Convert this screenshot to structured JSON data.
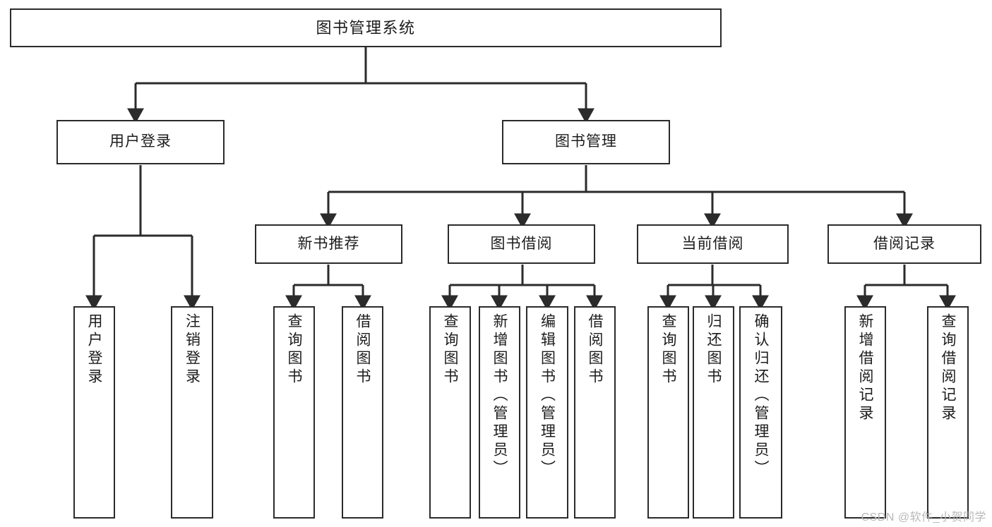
{
  "diagram": {
    "type": "tree-hierarchy",
    "title": "图书管理系统",
    "watermark": "CSDN @软件_小贺同学",
    "colors": {
      "box_border": "#2b2b2b",
      "box_fill": "#ffffff",
      "edge": "#2b2b2b",
      "text": "#1c1c1c",
      "watermark": "#b8b8b8",
      "background": "#ffffff"
    },
    "nodes": {
      "root": {
        "label": "图书管理系统"
      },
      "level2": [
        {
          "id": "user-login",
          "label": "用户登录"
        },
        {
          "id": "book-manage",
          "label": "图书管理"
        }
      ],
      "level3": [
        {
          "id": "new-book-recommend",
          "label": "新书推荐"
        },
        {
          "id": "book-borrow",
          "label": "图书借阅"
        },
        {
          "id": "current-borrow",
          "label": "当前借阅"
        },
        {
          "id": "borrow-record",
          "label": "借阅记录"
        }
      ],
      "leaves": {
        "user_login": [
          {
            "id": "leaf-user-login",
            "label": "用户登录"
          },
          {
            "id": "leaf-logout-login",
            "label": "注销登录"
          }
        ],
        "new_book_recommend": [
          {
            "id": "leaf-query-book-1",
            "label": "查询图书"
          },
          {
            "id": "leaf-borrow-book-1",
            "label": "借阅图书"
          }
        ],
        "book_borrow": [
          {
            "id": "leaf-query-book-2",
            "label": "查询图书"
          },
          {
            "id": "leaf-add-book",
            "label": "新增图书（管理员）"
          },
          {
            "id": "leaf-edit-book",
            "label": "编辑图书（管理员）"
          },
          {
            "id": "leaf-borrow-book-2",
            "label": "借阅图书"
          }
        ],
        "current_borrow": [
          {
            "id": "leaf-query-book-3",
            "label": "查询图书"
          },
          {
            "id": "leaf-return-book",
            "label": "归还图书"
          },
          {
            "id": "leaf-confirm-return",
            "label": "确认归还（管理员）"
          }
        ],
        "borrow_record": [
          {
            "id": "leaf-add-borrow-record",
            "label": "新增借阅记录"
          },
          {
            "id": "leaf-query-borrow-record",
            "label": "查询借阅记录"
          }
        ]
      }
    }
  }
}
